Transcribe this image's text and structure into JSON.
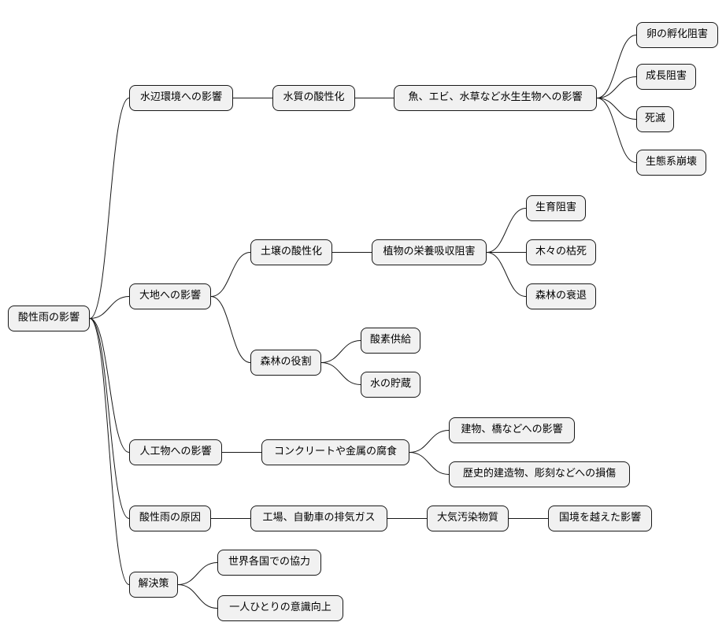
{
  "diagram": {
    "root": {
      "label": "酸性雨の影響",
      "children": [
        {
          "label": "水辺環境への影響",
          "children": [
            {
              "label": "水質の酸性化",
              "children": [
                {
                  "label": "魚、エビ、水草など水生生物への影響",
                  "children": [
                    {
                      "label": "卵の孵化阻害"
                    },
                    {
                      "label": "成長阻害"
                    },
                    {
                      "label": "死滅"
                    },
                    {
                      "label": "生態系崩壊"
                    }
                  ]
                }
              ]
            }
          ]
        },
        {
          "label": "大地への影響",
          "children": [
            {
              "label": "土壌の酸性化",
              "children": [
                {
                  "label": "植物の栄養吸収阻害",
                  "children": [
                    {
                      "label": "生育阻害"
                    },
                    {
                      "label": "木々の枯死"
                    },
                    {
                      "label": "森林の衰退"
                    }
                  ]
                }
              ]
            },
            {
              "label": "森林の役割",
              "children": [
                {
                  "label": "酸素供給"
                },
                {
                  "label": "水の貯蔵"
                }
              ]
            }
          ]
        },
        {
          "label": "人工物への影響",
          "children": [
            {
              "label": "コンクリートや金属の腐食",
              "children": [
                {
                  "label": "建物、橋などへの影響"
                },
                {
                  "label": "歴史的建造物、彫刻などへの損傷"
                }
              ]
            }
          ]
        },
        {
          "label": "酸性雨の原因",
          "children": [
            {
              "label": "工場、自動車の排気ガス",
              "children": [
                {
                  "label": "大気汚染物質",
                  "children": [
                    {
                      "label": "国境を越えた影響"
                    }
                  ]
                }
              ]
            }
          ]
        },
        {
          "label": "解決策",
          "children": [
            {
              "label": "世界各国での協力"
            },
            {
              "label": "一人ひとりの意識向上"
            }
          ]
        }
      ]
    }
  }
}
